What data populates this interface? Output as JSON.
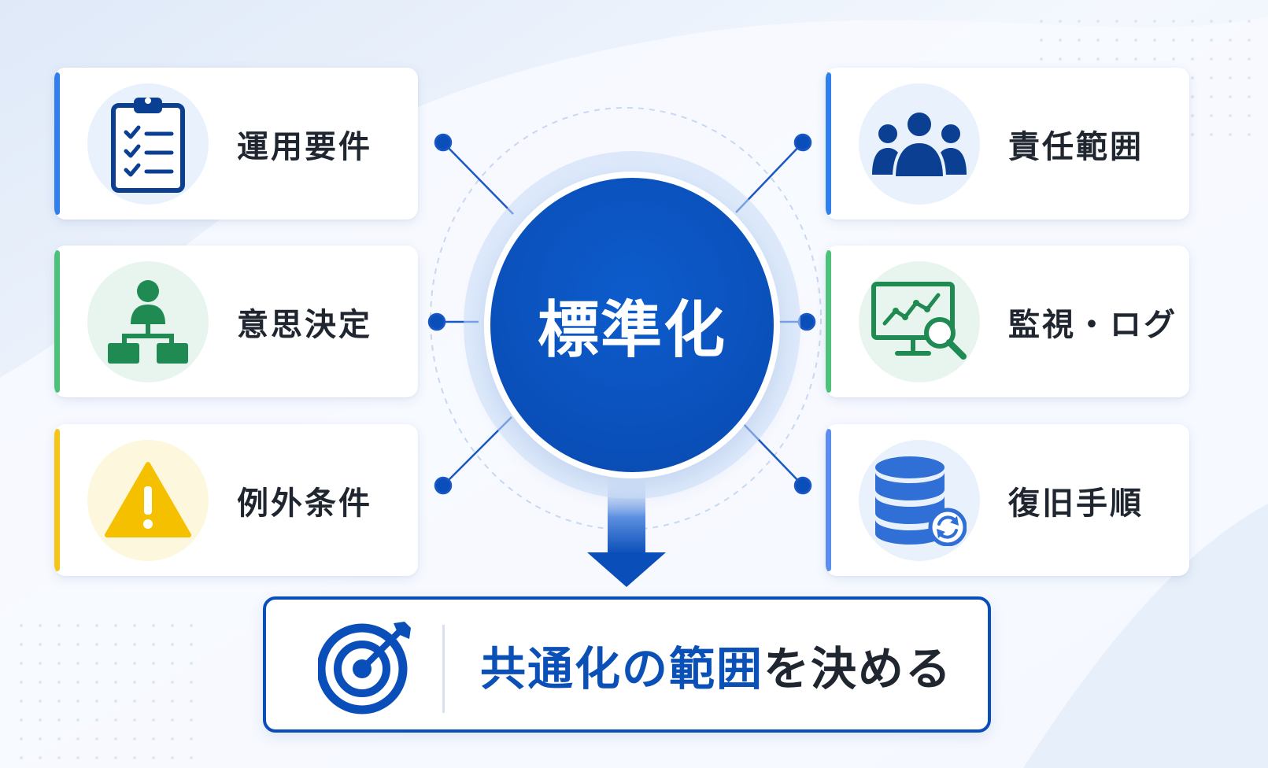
{
  "center": {
    "title": "標準化"
  },
  "cards_left": [
    {
      "label": "運用要件",
      "icon": "clipboard-checklist-icon",
      "accent": "#2f80ed",
      "tint": "#e9f1fc"
    },
    {
      "label": "意思決定",
      "icon": "org-chart-person-icon",
      "accent": "#4cc17a",
      "tint": "#e8f5ee"
    },
    {
      "label": "例外条件",
      "icon": "warning-triangle-icon",
      "accent": "#f5c518",
      "tint": "#fdf7de"
    }
  ],
  "cards_right": [
    {
      "label": "責任範囲",
      "icon": "team-people-icon",
      "accent": "#2f80ed",
      "tint": "#e9f1fc"
    },
    {
      "label": "監視・ログ",
      "icon": "monitor-chart-search-icon",
      "accent": "#4cc17a",
      "tint": "#e8f5ee"
    },
    {
      "label": "復旧手順",
      "icon": "database-sync-icon",
      "accent": "#5b8def",
      "tint": "#e9f1fc"
    }
  ],
  "goal": {
    "icon": "target-arrow-icon",
    "text_highlight_1": "共通化の",
    "text_highlight_2": "範囲",
    "text_rest": "を決める"
  },
  "colors": {
    "primary": "#0a4fb9",
    "dark_text": "#1f2630",
    "highlight_text": "#0b50b7"
  }
}
